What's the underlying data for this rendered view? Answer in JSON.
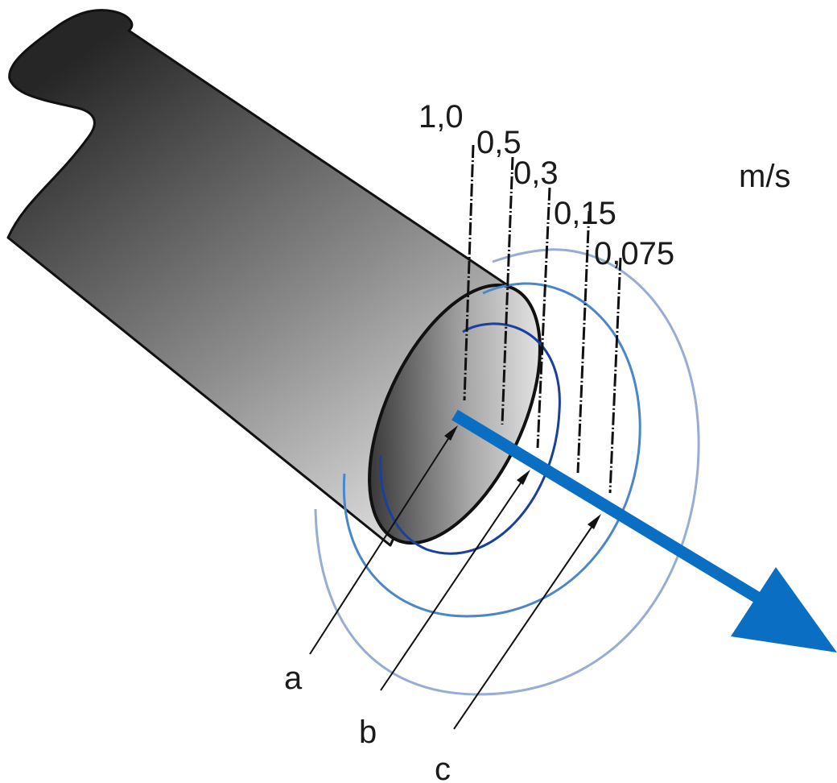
{
  "velocities": [
    {
      "label": "1,0"
    },
    {
      "label": "0,5"
    },
    {
      "label": "0,3"
    },
    {
      "label": "0,15"
    },
    {
      "label": "0,075"
    }
  ],
  "unit": "m/s",
  "pointers": [
    {
      "label": "a"
    },
    {
      "label": "b"
    },
    {
      "label": "c"
    }
  ],
  "colors": {
    "flow_arrow": "#0a6fc2",
    "contour_inner": "#1a3f9c",
    "contour_middle": "#4a86c8",
    "contour_outer": "#98add3",
    "pipe_dark": "#2a2a2a",
    "pipe_light": "#dcdcdc"
  }
}
